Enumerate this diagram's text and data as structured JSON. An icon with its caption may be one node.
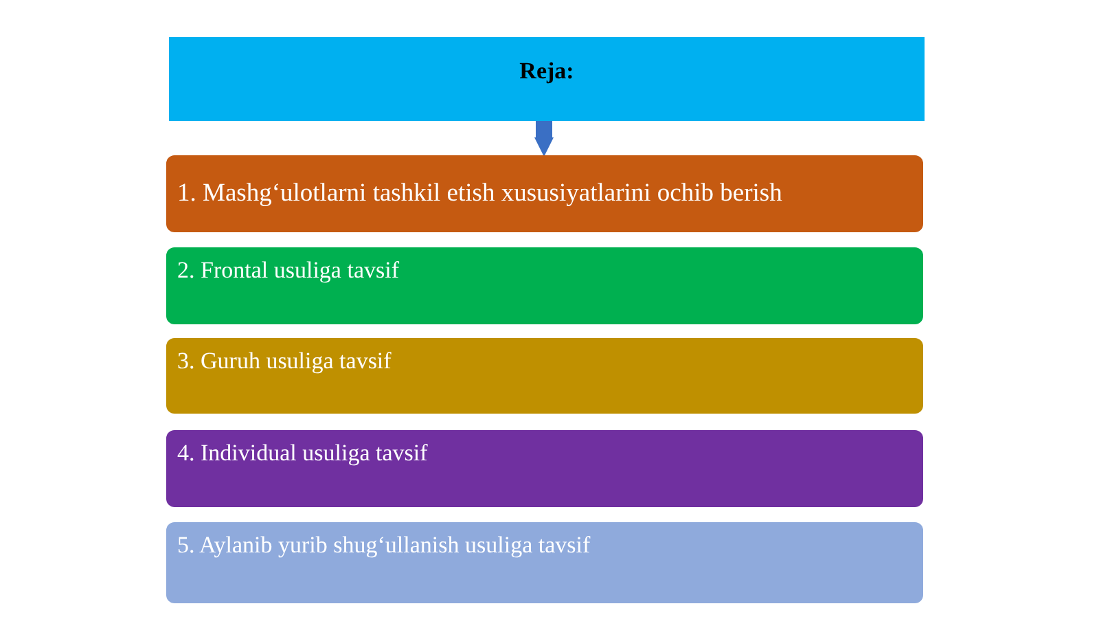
{
  "diagram": {
    "nodes": [
      {
        "text": [
          "Reja:"
        ]
      },
      {
        "text": [
          "1. Mashg‘ulotlarni tashkil etish xususiyatlarini ochib berish"
        ]
      },
      {
        "text": [
          "2. Frontal usuliga tavsif"
        ]
      },
      {
        "text": [
          "3. Guruh usuliga tavsif"
        ]
      },
      {
        "text": [
          "4. Individual usuliga tavsif"
        ]
      },
      {
        "text": [
          "5. Aylanib yurib shug‘ullanish usuliga tavsif"
        ]
      }
    ],
    "edges": [
      {
        "from": 0,
        "to": 1,
        "arrow": "to"
      }
    ]
  }
}
